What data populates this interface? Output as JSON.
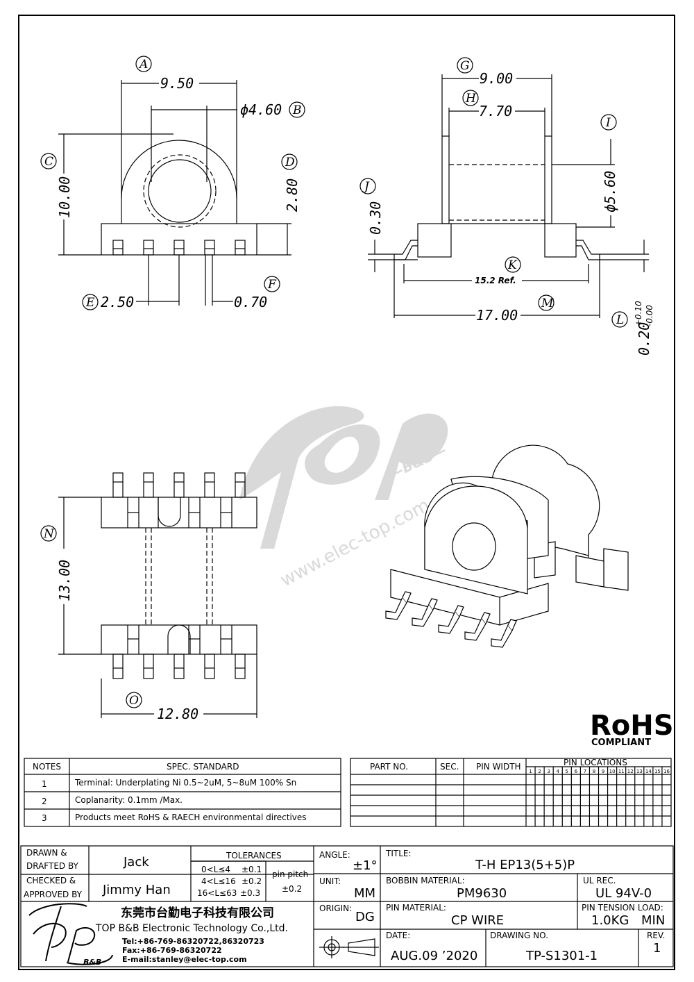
{
  "dimensions": {
    "A": {
      "label": "A",
      "value": "9.50"
    },
    "B": {
      "label": "B",
      "value": "ϕ4.60"
    },
    "C": {
      "label": "C",
      "value": "10.00"
    },
    "D": {
      "label": "D",
      "value": "2.80"
    },
    "E": {
      "label": "E",
      "value": "2.50"
    },
    "F": {
      "label": "F",
      "value": "0.70"
    },
    "G": {
      "label": "G",
      "value": "9.00"
    },
    "H": {
      "label": "H",
      "value": "7.70"
    },
    "I": {
      "label": "I",
      "value": "ϕ5.60"
    },
    "J": {
      "label": "J",
      "value": "0.30"
    },
    "K": {
      "label": "K",
      "value": "15.2 Ref."
    },
    "L": {
      "label": "L",
      "value": "0.20",
      "tol_plus": "+0.10",
      "tol_minus": "-0.00"
    },
    "M": {
      "label": "M",
      "value": "17.00"
    },
    "N": {
      "label": "N",
      "value": "13.00"
    },
    "O": {
      "label": "O",
      "value": "12.80"
    }
  },
  "watermark": {
    "logo_text": "Top",
    "sub": "—B&B—",
    "url": "www.elec-top.com"
  },
  "rohs": {
    "title": "RoHS",
    "sub": "COMPLIANT"
  },
  "notes": {
    "header_no": "NOTES",
    "header_spec": "SPEC. STANDARD",
    "rows": [
      {
        "no": "1",
        "text": "Terminal: Underplating Ni 0.5~2uM, 5~8uM 100% Sn"
      },
      {
        "no": "2",
        "text": "Coplanarity: 0.1mm /Max."
      },
      {
        "no": "3",
        "text": "Products meet RoHS & RAECH environmental directives"
      }
    ]
  },
  "parts": {
    "part_no": "PART NO.",
    "sec": "SEC.",
    "pin_width": "PIN WIDTH",
    "pin_locations": "PIN LOCATIONS",
    "pin_numbers": [
      "1",
      "2",
      "3",
      "4",
      "5",
      "6",
      "7",
      "8",
      "9",
      "10",
      "11",
      "12",
      "13",
      "14",
      "15",
      "16"
    ]
  },
  "title_block": {
    "drawn_label": "DRAWN &",
    "drafted_label": "DRAFTED BY",
    "drawn_by": "Jack",
    "checked_label": "CHECKED &",
    "approved_label": "APPROVED BY",
    "approved_by": "Jimmy Han",
    "tolerances_label": "TOLERANCES",
    "tol_rows": [
      {
        "range": "0<L≤4",
        "tol": "±0.1"
      },
      {
        "range": "4<L≤16",
        "tol": "±0.2"
      },
      {
        "range": "16<L≤63",
        "tol": "±0.3"
      }
    ],
    "pin_pitch_label": "pin pitch",
    "pin_pitch_tol": "±0.2",
    "angle_label": "ANGLE:",
    "angle": "±1°",
    "unit_label": "UNIT:",
    "unit": "MM",
    "origin_label": "ORIGIN:",
    "origin": "DG",
    "title_label": "TITLE:",
    "title": "T-H EP13(5+5)P",
    "bobbin_label": "BOBBIN MATERIAL:",
    "bobbin": "PM9630",
    "ul_label": "UL REC.",
    "ul": "UL 94V-0",
    "pin_mat_label": "PIN MATERIAL:",
    "pin_mat": "CP WIRE",
    "tension_label": "PIN TENSION LOAD:",
    "tension": "1.0KG",
    "tension_min": "MIN",
    "date_label": "DATE:",
    "date": "AUG.09 ’2020",
    "dwg_label": "DRAWING NO.",
    "dwg": "TP-S1301-1",
    "rev_label": "REV.",
    "rev": "1"
  },
  "company": {
    "name_cn": "东莞市台勤电子科技有限公司",
    "name_en": "TOP B&B Electronic Technology Co.,Ltd.",
    "tel": "Tel:+86-769-86320722,86320723",
    "fax": "Fax:+86-769-86320722",
    "email": "E-mail:stanley@elec-top.com",
    "logo_sub": "B&B"
  }
}
